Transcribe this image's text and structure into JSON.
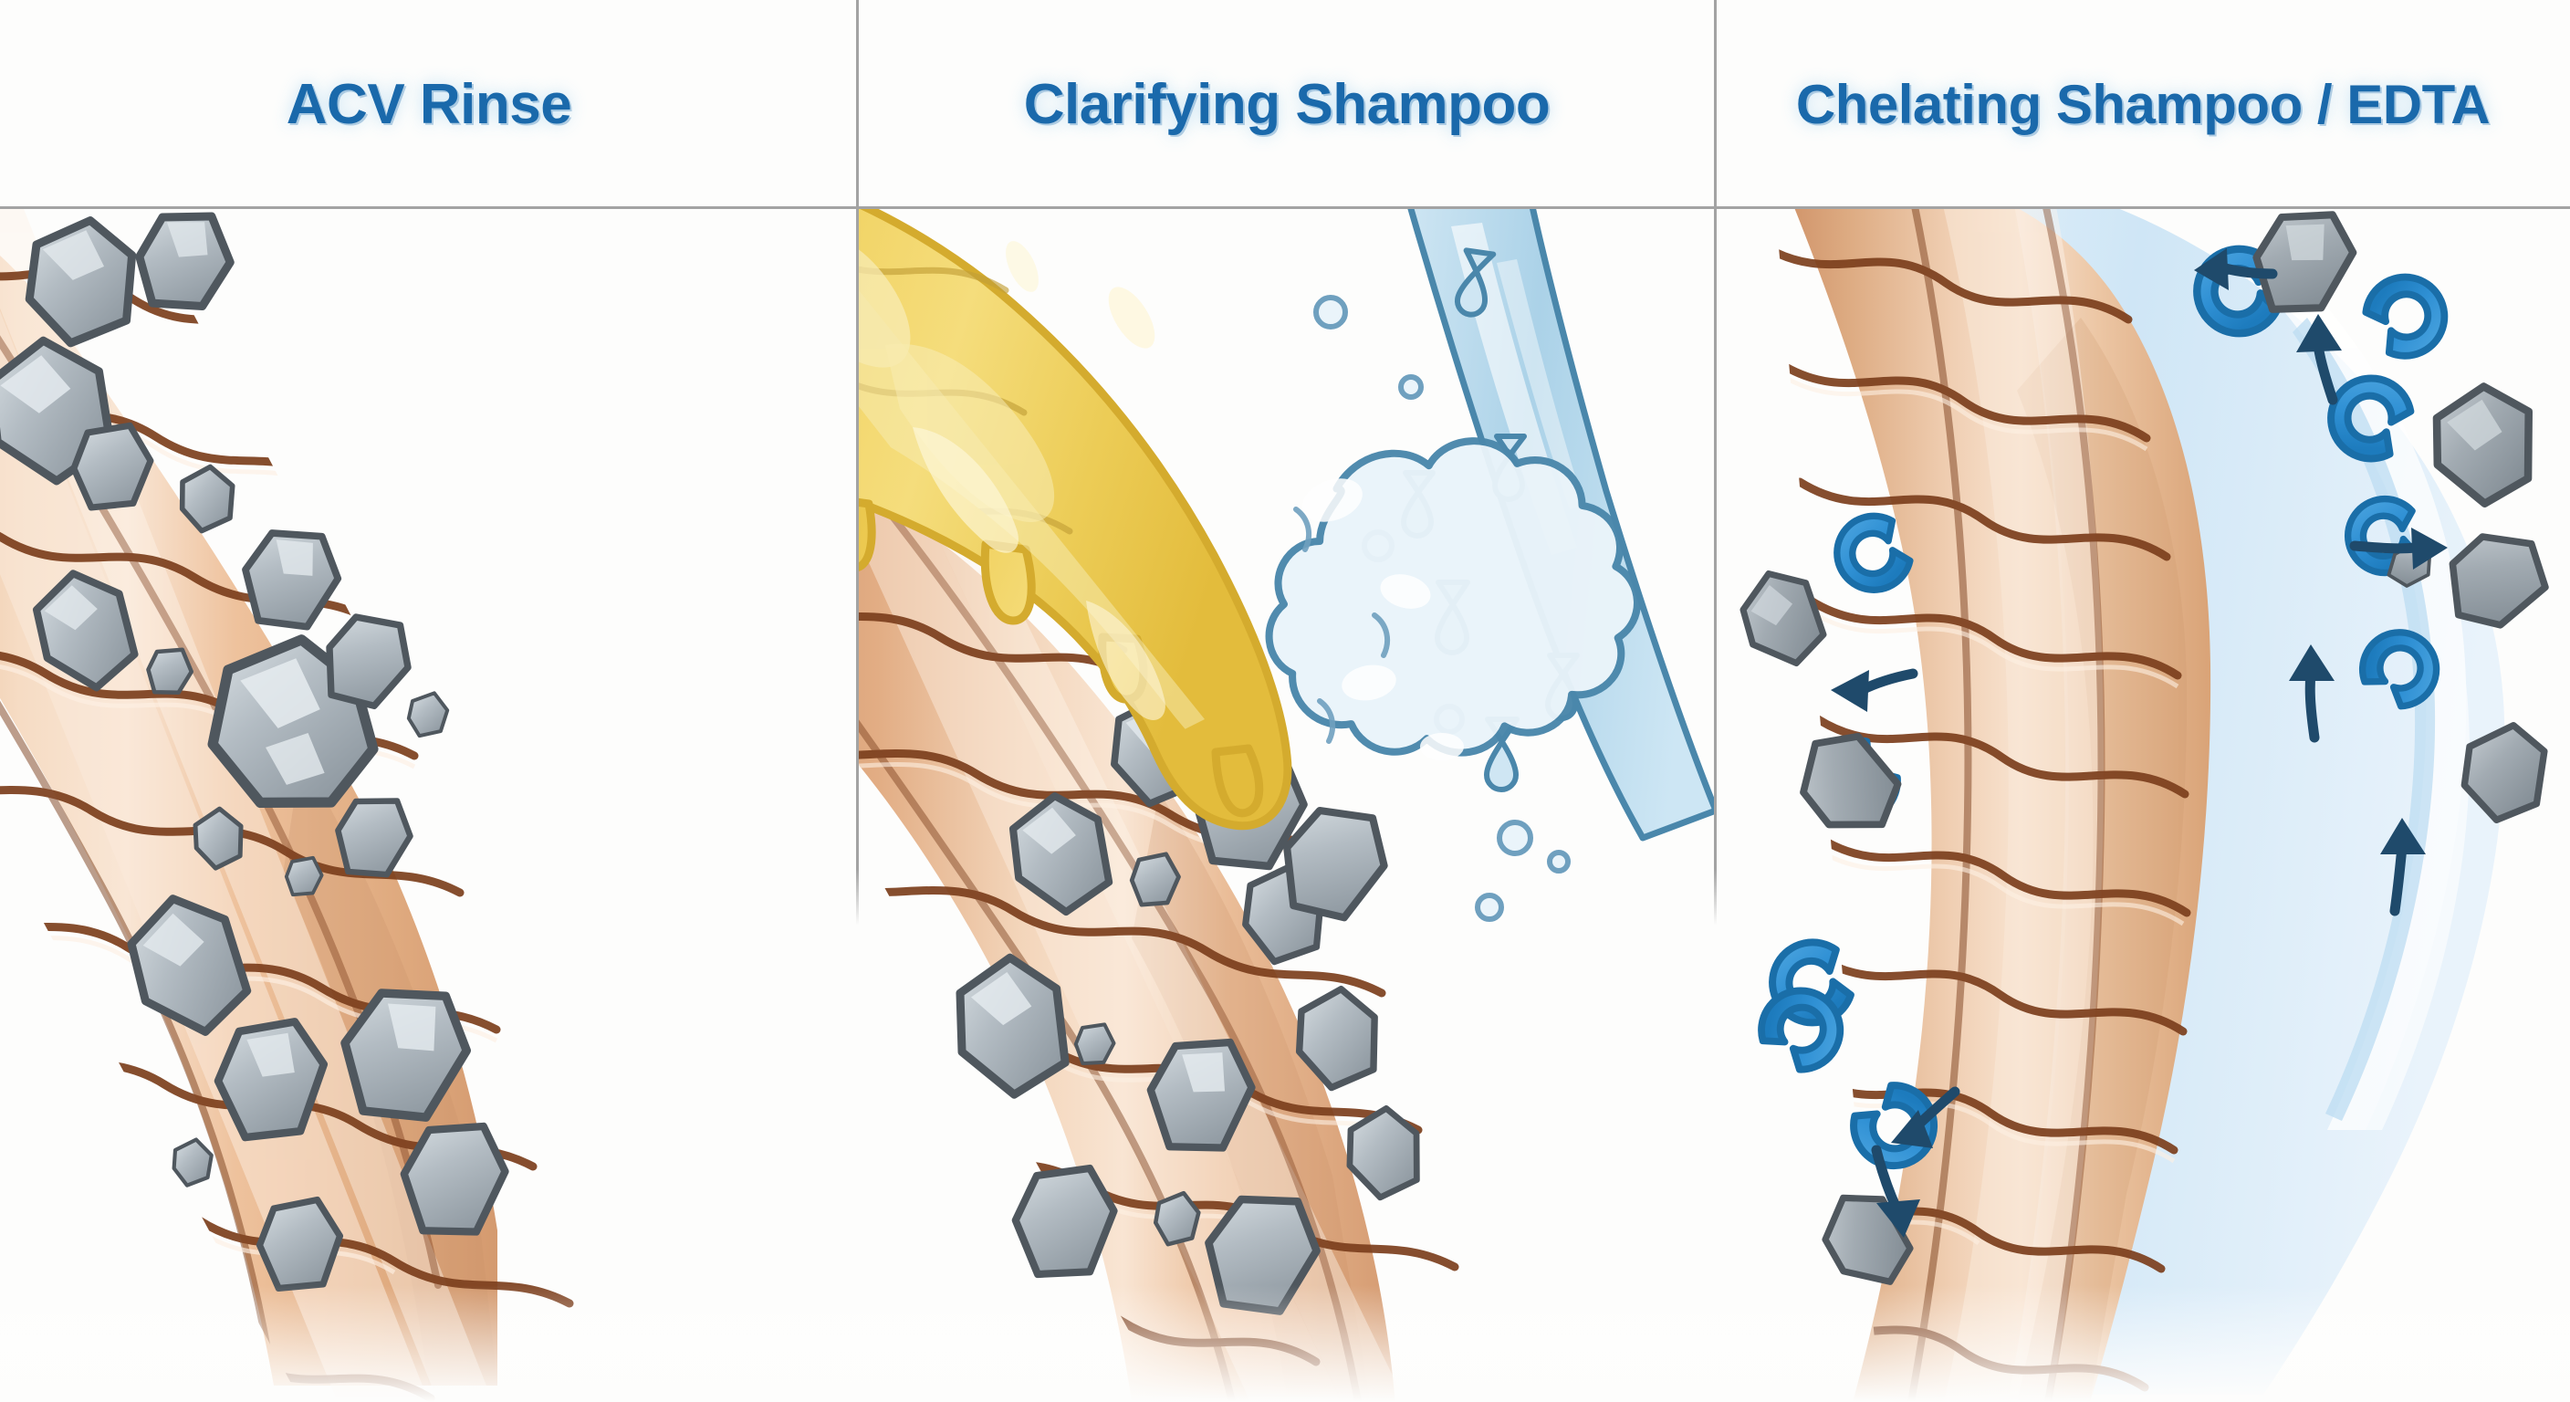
{
  "figure": {
    "kind": "comparison-diagram",
    "subject": "hair-strand-mineral-buildup-treatments",
    "panel_count": 3
  },
  "palette": {
    "title_blue": "#1a69ab",
    "divider_gray": "#a3a3a3",
    "background": "#fdfdfc",
    "hair_shaft_tan": "#e3b08a",
    "hair_shaft_light": "#f2d6bb",
    "hair_shaft_highlight": "#f8e4d2",
    "hair_shaft_shadow": "#cf9a72",
    "cuticle_outline_brown": "#7c3f1d",
    "mineral_gray": "#9aa3ab",
    "mineral_light": "#cdd5da",
    "mineral_outline": "#4f575e",
    "shampoo_yellow": "#efce5a",
    "shampoo_yellow_light": "#f6e7a6",
    "shampoo_outline": "#d4ab2e",
    "water_blue": "#bfddef",
    "water_outline": "#4a87ab",
    "foam_white": "#e8f3fa",
    "chelator_blue": "#2f90d4",
    "chelator_outline": "#1a6ea8",
    "arrow_navy": "#1f4a6b"
  },
  "panels": [
    {
      "id": "acv-rinse",
      "title": "ACV Rinse",
      "scene": {
        "description": "hair strand heavily coated with mineral deposits",
        "hair_strand": {
          "visible": true,
          "state": "mineral-coated",
          "tilt": "diagonal"
        },
        "mineral_count": 18,
        "shampoo": false,
        "water": false,
        "chelators": 0
      }
    },
    {
      "id": "clarifying-shampoo",
      "title": "Clarifying Shampoo",
      "scene": {
        "description": "yellow shampoo gel coating the upper strand with a water stream and foam, minerals remain on lower strand",
        "hair_strand": {
          "visible": true,
          "state": "partly-coated",
          "tilt": "diagonal"
        },
        "mineral_count": 14,
        "shampoo": true,
        "water": true,
        "foam": true,
        "droplet_count": 8,
        "bubble_count": 6,
        "chelators": 0
      }
    },
    {
      "id": "chelating-shampoo-edta",
      "title": "Chelating Shampoo / EDTA",
      "scene": {
        "description": "clean hair strand in a blue water flow, blue C-shaped chelator claws capturing and carrying away mineral crystals with navy motion arrows",
        "hair_strand": {
          "visible": true,
          "state": "clean",
          "tilt": "vertical-curved"
        },
        "mineral_count": 8,
        "shampoo": false,
        "water": true,
        "chelators": 8,
        "arrow_count": 7
      }
    }
  ]
}
